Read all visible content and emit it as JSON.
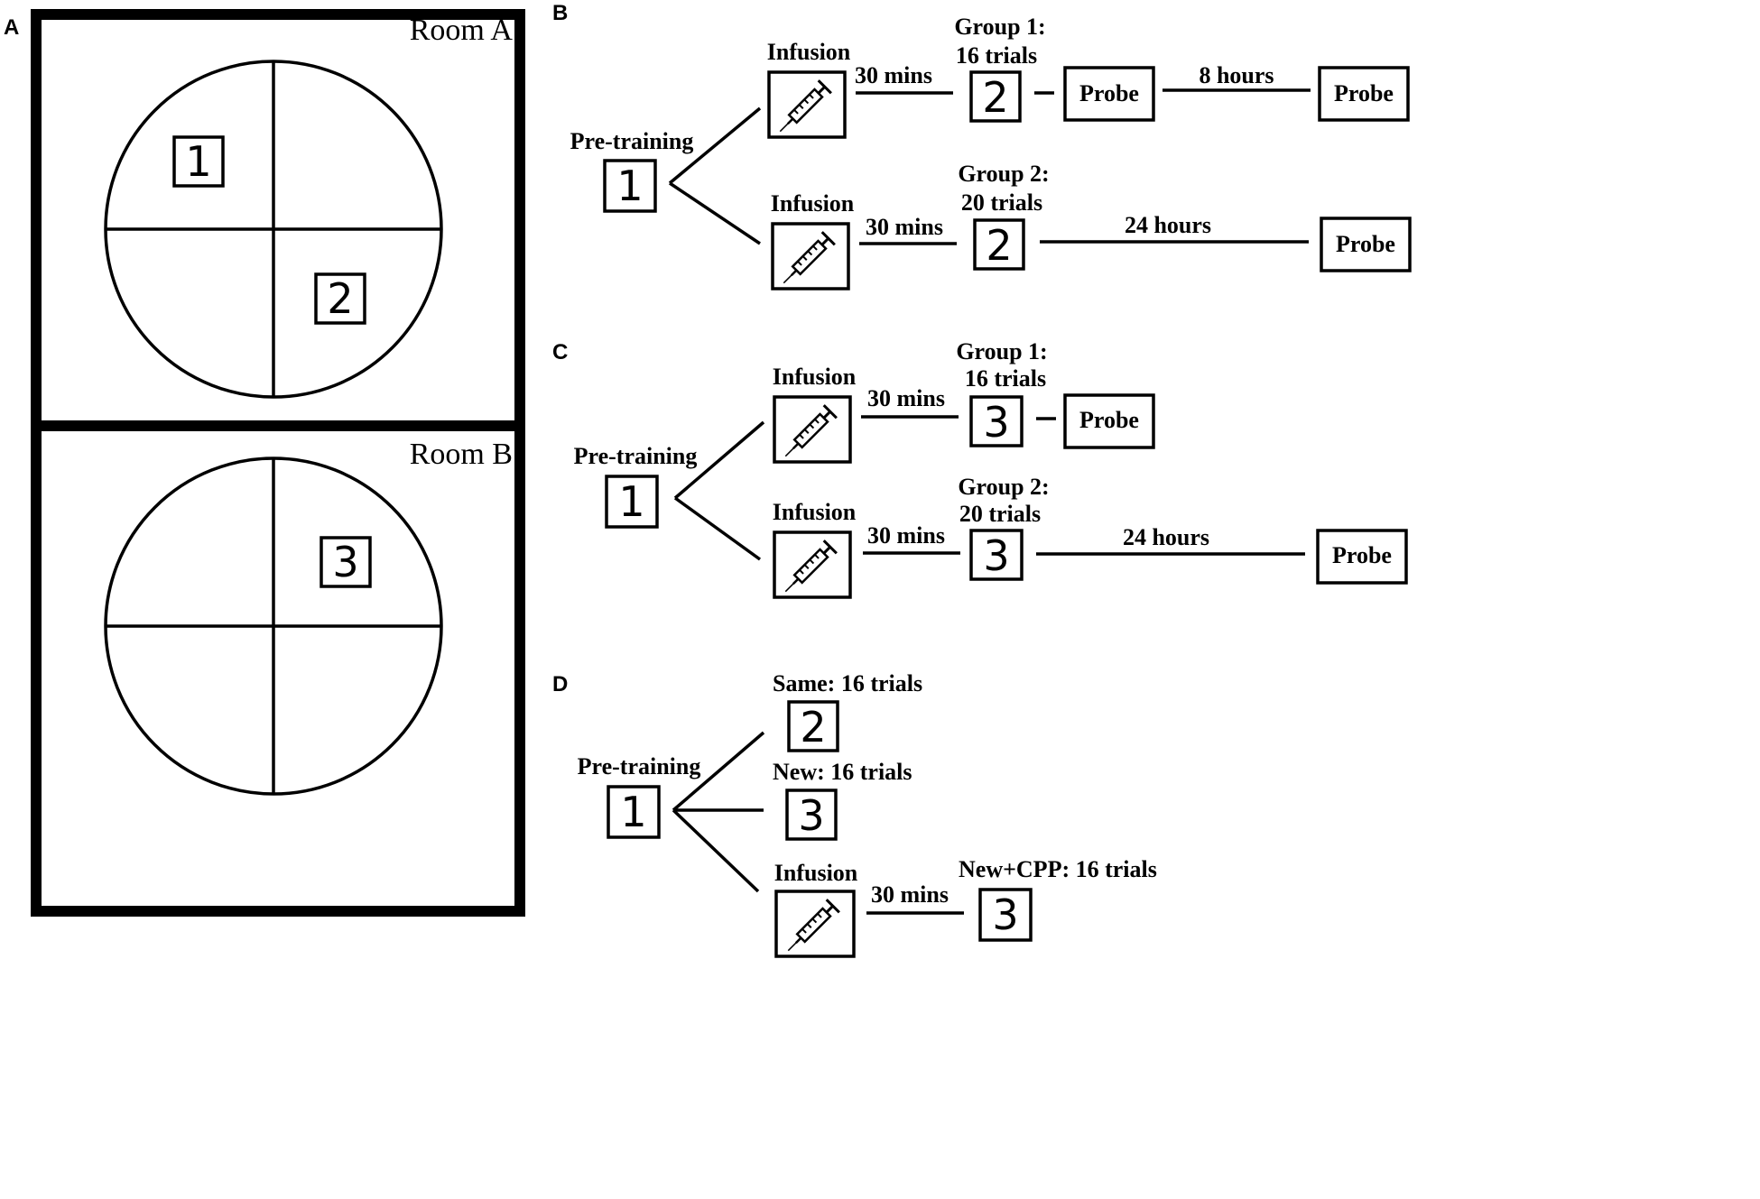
{
  "panelA": {
    "letter": "A",
    "roomA": {
      "label": "Room A",
      "goals": [
        "1",
        "2"
      ]
    },
    "roomB": {
      "label": "Room B",
      "goals": [
        "3"
      ]
    }
  },
  "panelB": {
    "letter": "B",
    "pretraining": "Pre-training",
    "start": "1",
    "top": {
      "infusion": "Infusion",
      "delay": "30 mins",
      "group": "Group 1:",
      "trials": "16 trials",
      "goal": "2",
      "probe1": "Probe",
      "interval": "8 hours",
      "probe2": "Probe"
    },
    "bottom": {
      "infusion": "Infusion",
      "delay": "30 mins",
      "group": "Group 2:",
      "trials": "20 trials",
      "goal": "2",
      "interval": "24 hours",
      "probe": "Probe"
    }
  },
  "panelC": {
    "letter": "C",
    "pretraining": "Pre-training",
    "start": "1",
    "top": {
      "infusion": "Infusion",
      "delay": "30 mins",
      "group": "Group 1:",
      "trials": "16 trials",
      "goal": "3",
      "probe": "Probe"
    },
    "bottom": {
      "infusion": "Infusion",
      "delay": "30 mins",
      "group": "Group 2:",
      "trials": "20 trials",
      "goal": "3",
      "interval": "24 hours",
      "probe": "Probe"
    }
  },
  "panelD": {
    "letter": "D",
    "pretraining": "Pre-training",
    "start": "1",
    "same": {
      "label": "Same: 16 trials",
      "goal": "2"
    },
    "new": {
      "label": "New: 16 trials",
      "goal": "3"
    },
    "cpp": {
      "infusion": "Infusion",
      "delay": "30 mins",
      "label": "New+CPP: 16 trials",
      "goal": "3"
    }
  },
  "icon": "syringe-icon"
}
